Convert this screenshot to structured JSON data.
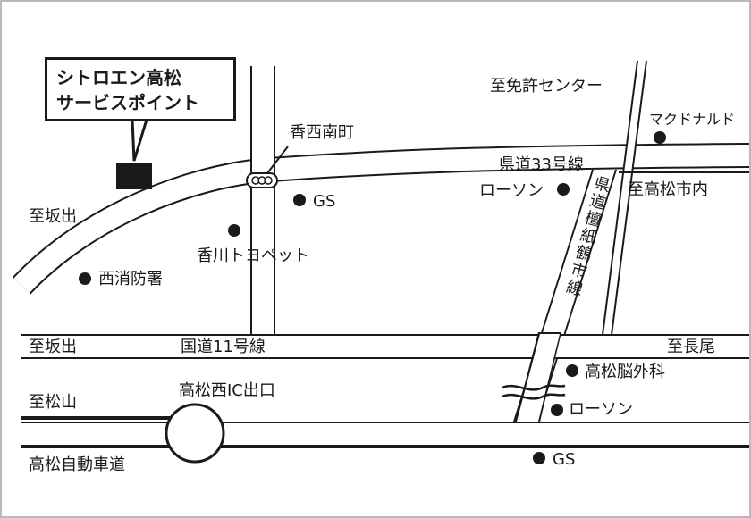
{
  "callout": {
    "line1": "シトロエン高松",
    "line2": "サービスポイント"
  },
  "labels": {
    "to_menkyo_center": "至免許センター",
    "mcdonalds": "マクドナルド",
    "kounan_machi": "香西南町",
    "prefectural_road_33": "県道33号線",
    "lawson_north": "ローソン",
    "to_takamatsu_city": "至高松市内",
    "gs_north": "GS",
    "to_sakaide_upper": "至坂出",
    "kagawa_toyopet": "香川トヨペット",
    "nishi_fire_station": "西消防署",
    "prefectural_road_danshi": "県道檀紙鶴市線",
    "to_sakaide_lower": "至坂出",
    "national_road_11": "国道11号線",
    "to_nagao": "至長尾",
    "takamatsu_neurosurgery": "高松脳外科",
    "to_matsuyama": "至松山",
    "takamatsu_nishi_ic_exit": "高松西IC出口",
    "lawson_south": "ローソン",
    "expressway": "高松自動車道",
    "gs_south": "GS"
  }
}
